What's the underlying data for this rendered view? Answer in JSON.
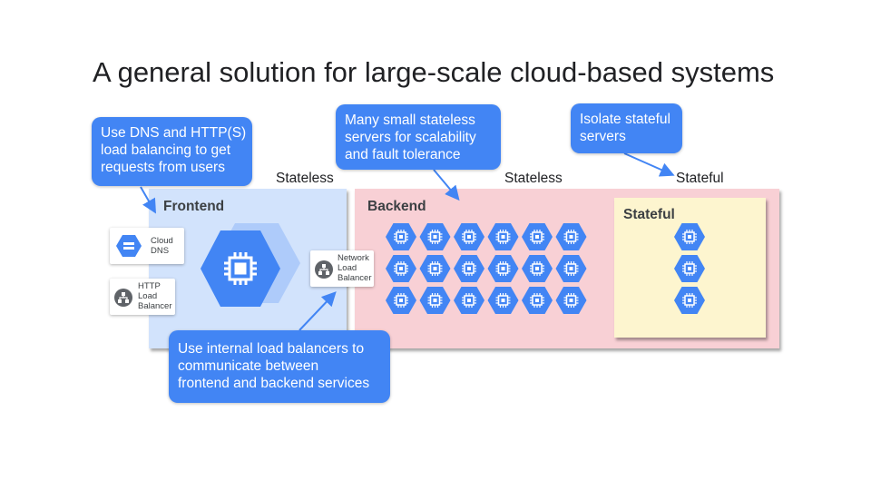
{
  "slide": {
    "title": "A general solution for large-scale cloud-based systems"
  },
  "callouts": {
    "dns_http": [
      "Use DNS and HTTP(S)",
      "load balancing to get",
      "requests from users"
    ],
    "stateless_servers": [
      "Many small stateless",
      "servers for scalability",
      "and fault tolerance"
    ],
    "isolate_stateful": [
      "Isolate stateful",
      "servers"
    ],
    "internal_lb": [
      "Use internal load balancers to",
      "communicate between",
      "frontend and backend services"
    ]
  },
  "column_labels": {
    "frontend": "Stateless",
    "backend": "Stateless",
    "stateful": "Stateful"
  },
  "panels": {
    "frontend": "Frontend",
    "backend": "Backend",
    "stateful": "Stateful"
  },
  "cards": {
    "cloud_dns": [
      "Cloud",
      "DNS"
    ],
    "http_lb": [
      "HTTP",
      "Load",
      "Balancer"
    ],
    "network_lb": [
      "Network",
      "Load",
      "Balancer"
    ]
  },
  "icons": {
    "compute": "compute-engine-icon",
    "dns": "cloud-dns-icon",
    "load_balancer": "load-balancer-icon"
  },
  "colors": {
    "accent_blue": "#4285f4",
    "frontend_panel": "#d2e3fc",
    "backend_panel": "#f8d0d5",
    "stateful_panel": "#fdf5cf",
    "card_icon_gray": "#5f6368"
  },
  "counts": {
    "backend_instances": 18,
    "stateful_instances": 3
  }
}
